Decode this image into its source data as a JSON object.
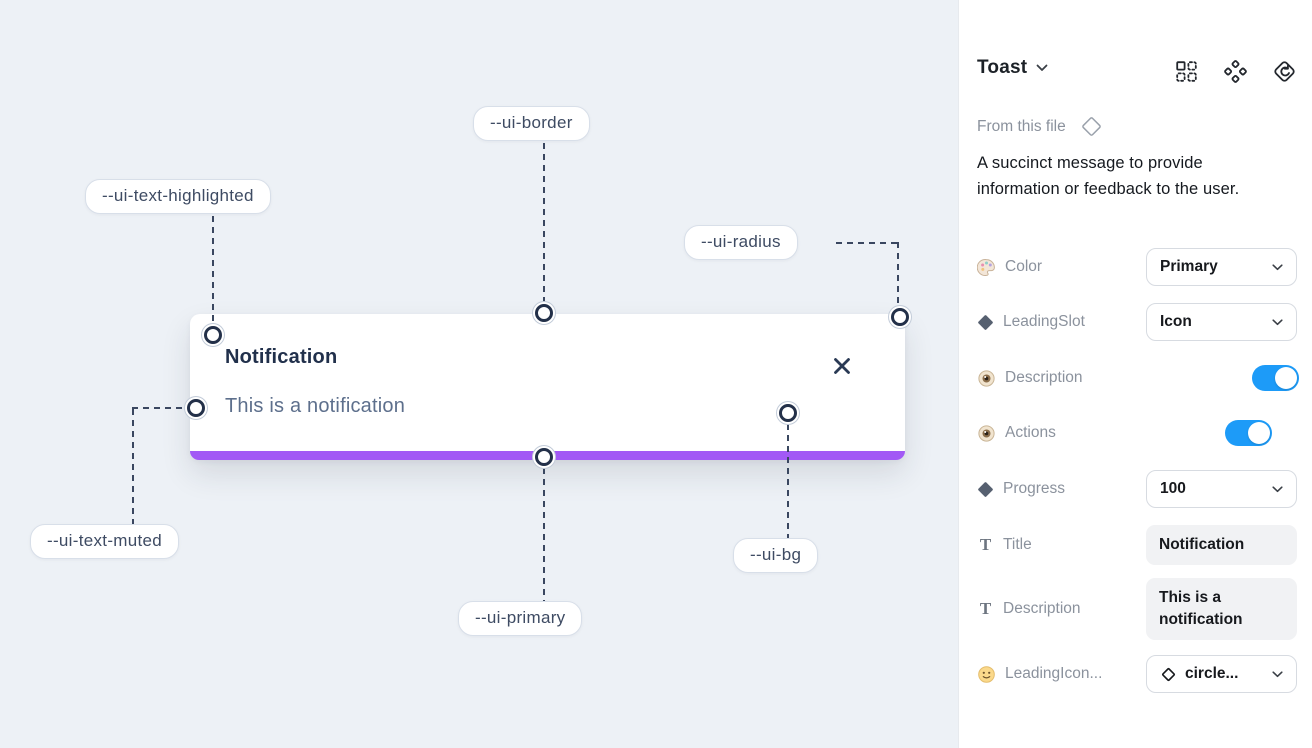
{
  "canvas": {
    "toast": {
      "title": "Notification",
      "description": "This is a notification"
    },
    "annotations": {
      "ui_border": "--ui-border",
      "ui_text_highlighted": "--ui-text-highlighted",
      "ui_radius": "--ui-radius",
      "ui_text_muted": "--ui-text-muted",
      "ui_primary": "--ui-primary",
      "ui_bg": "--ui-bg"
    },
    "colors": {
      "canvas_background": "#edf1f6",
      "primary_bar": "#a259f5",
      "annotation_line": "#3a4760"
    }
  },
  "panel": {
    "title": "Toast",
    "header_icons": [
      "instance-grid-icon",
      "component-icon",
      "return-to-component-icon"
    ],
    "source_label": "From this file",
    "description": "A succinct message to provide information or feedback to the user.",
    "colors": {
      "toggle_on": "#1d9bf8"
    },
    "properties": [
      {
        "icon": "palette-icon",
        "label": "Color",
        "control": "dropdown",
        "value": "Primary"
      },
      {
        "icon": "diamond-icon",
        "label": "LeadingSlot",
        "control": "dropdown",
        "value": "Icon"
      },
      {
        "icon": "eye-icon",
        "label": "Description",
        "control": "toggle",
        "value": true
      },
      {
        "icon": "eye-icon",
        "label": "Actions",
        "control": "toggle",
        "value": true
      },
      {
        "icon": "diamond-icon",
        "label": "Progress",
        "control": "dropdown",
        "value": "100"
      },
      {
        "icon": "text-icon",
        "label": "Title",
        "control": "text",
        "value": "Notification"
      },
      {
        "icon": "text-icon",
        "label": "Description",
        "control": "text",
        "value": "This is a notification"
      },
      {
        "icon": "smiley-icon",
        "label": "LeadingIcon...",
        "control": "dropdown",
        "value": "circle..."
      }
    ]
  }
}
